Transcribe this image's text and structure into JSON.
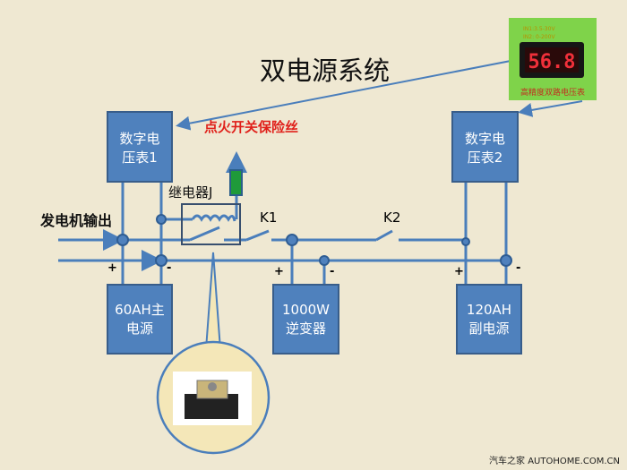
{
  "title": "双电源系统",
  "fuse_label": "点火开关保险丝",
  "relay_label": "继电器J",
  "generator_label": "发电机输出",
  "switch_k1": "K1",
  "switch_k2": "K2",
  "voltmeter1": [
    "数字电",
    "压表1"
  ],
  "voltmeter2": [
    "数字电",
    "压表2"
  ],
  "battery_main": [
    "60AH主",
    "电源"
  ],
  "inverter": [
    "1000W",
    "逆变器"
  ],
  "battery_aux": [
    "120AH",
    "副电源"
  ],
  "plus": "+",
  "minus": "-",
  "meter_photo": {
    "reading": "56.8",
    "line1": "IN1:3.5-30V",
    "line2": "IN2: 0-200V",
    "caption": "高精度双路电压表"
  },
  "watermark": "汽车之家 AUTOHOME.COM.CN",
  "colors": {
    "box": "#4f81bd",
    "line": "#4a7ebb",
    "fuse": "#1f9a3a",
    "red_text": "#e0201a"
  }
}
